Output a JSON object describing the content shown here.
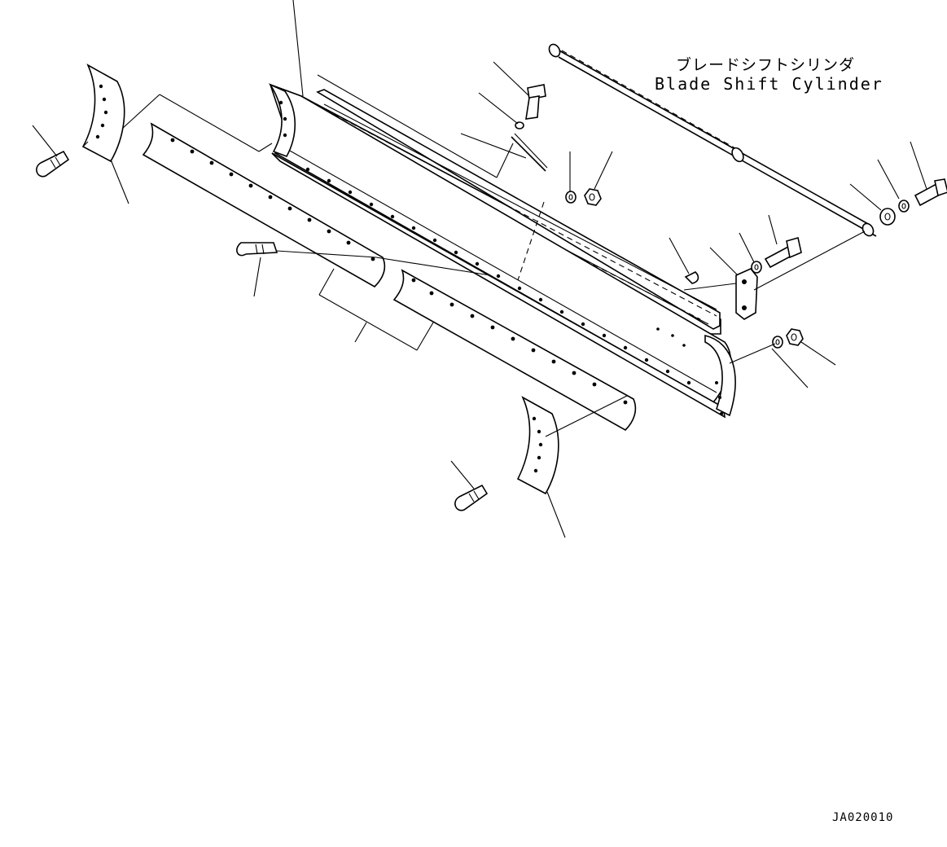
{
  "labels": {
    "cylinder_jp": "ブレードシフトシリンダ",
    "cylinder_en": "Blade Shift Cylinder",
    "figure_code": "JA020010"
  },
  "colors": {
    "line": "#000000",
    "background": "#ffffff"
  },
  "icons": [
    "bolt-icon",
    "washer-icon",
    "nut-icon"
  ]
}
